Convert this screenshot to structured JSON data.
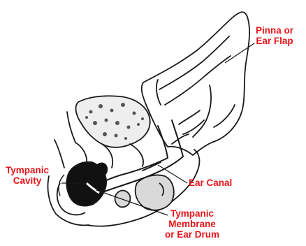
{
  "colors": {
    "label": "#e8141b",
    "line": "#1a1a1a",
    "background": "#ffffff",
    "bone_fill": "#d9d9d9",
    "cavity_fill": "#111111"
  },
  "labels": {
    "pinna": [
      "Pinna or",
      "Ear Flap"
    ],
    "ear_canal": "Ear Canal",
    "tympanic_cavity": [
      "Tympanic",
      "Cavity"
    ],
    "tympanic_membrane": [
      "Tympanic",
      "Membrane",
      "or Ear Drum"
    ]
  }
}
